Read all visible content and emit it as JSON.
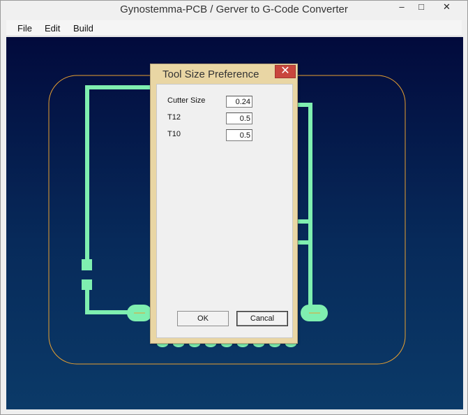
{
  "window": {
    "title": "Gynostemma-PCB / Gerver to G-Code Converter",
    "minimize": "–",
    "maximize": "□",
    "close": "✕"
  },
  "menu": [
    {
      "label": "File"
    },
    {
      "label": "Edit"
    },
    {
      "label": "Build"
    }
  ],
  "dialog": {
    "title": "Tool Size Preference",
    "close": "✕",
    "fields": [
      {
        "label": "Cutter Size",
        "value": "0.24"
      },
      {
        "label": "T12",
        "value": "0.5"
      },
      {
        "label": "T10",
        "value": "0.5"
      }
    ],
    "ok_label": "OK",
    "cancel_label": "Cancal"
  },
  "colors": {
    "trace": "#7fefb0",
    "outline": "#e8a030",
    "close_button": "#c9463d"
  }
}
